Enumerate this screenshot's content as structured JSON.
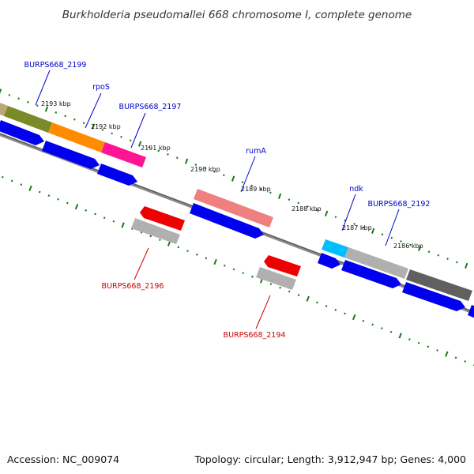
{
  "title": "Burkholderia pseudomallei 668 chromosome I, complete genome",
  "footer": {
    "accession": "Accession: NC_009074",
    "summary": "Topology: circular; Length: 3,912,947 bp; Genes: 4,000"
  },
  "colors": {
    "backbone": "#7a7a7a",
    "ruler": "#1a7a1a",
    "cds_forward": "#0000ee",
    "label_forward": "#0000cc",
    "label_reverse": "#cc0000"
  },
  "ticks": {
    "outer": [
      "2193 kbp",
      "2192 kbp",
      "2191 kbp",
      "2190 kbp",
      "2189 kbp",
      "2188 kbp",
      "2187 kbp",
      "2186 kbp"
    ]
  },
  "genes": [
    {
      "name": "BURPS668_2199",
      "strand": "forward",
      "color": "#7a8a28"
    },
    {
      "name": "rpoS",
      "strand": "forward",
      "color": "#ff8c00"
    },
    {
      "name": "BURPS668_2197",
      "strand": "forward",
      "color": "#ff1493"
    },
    {
      "name": "BURPS668_2196",
      "strand": "reverse",
      "color": "#b0b0b0"
    },
    {
      "name": "rumA",
      "strand": "forward",
      "color": "#f08080"
    },
    {
      "name": "BURPS668_2194",
      "strand": "reverse",
      "color": "#b0b0b0"
    },
    {
      "name": "ndk",
      "strand": "forward",
      "color": "#00bfff"
    },
    {
      "name": "BURPS668_2192",
      "strand": "forward",
      "color": "#b0b0b0"
    },
    {
      "name": "",
      "strand": "forward",
      "color": "#606060"
    }
  ]
}
